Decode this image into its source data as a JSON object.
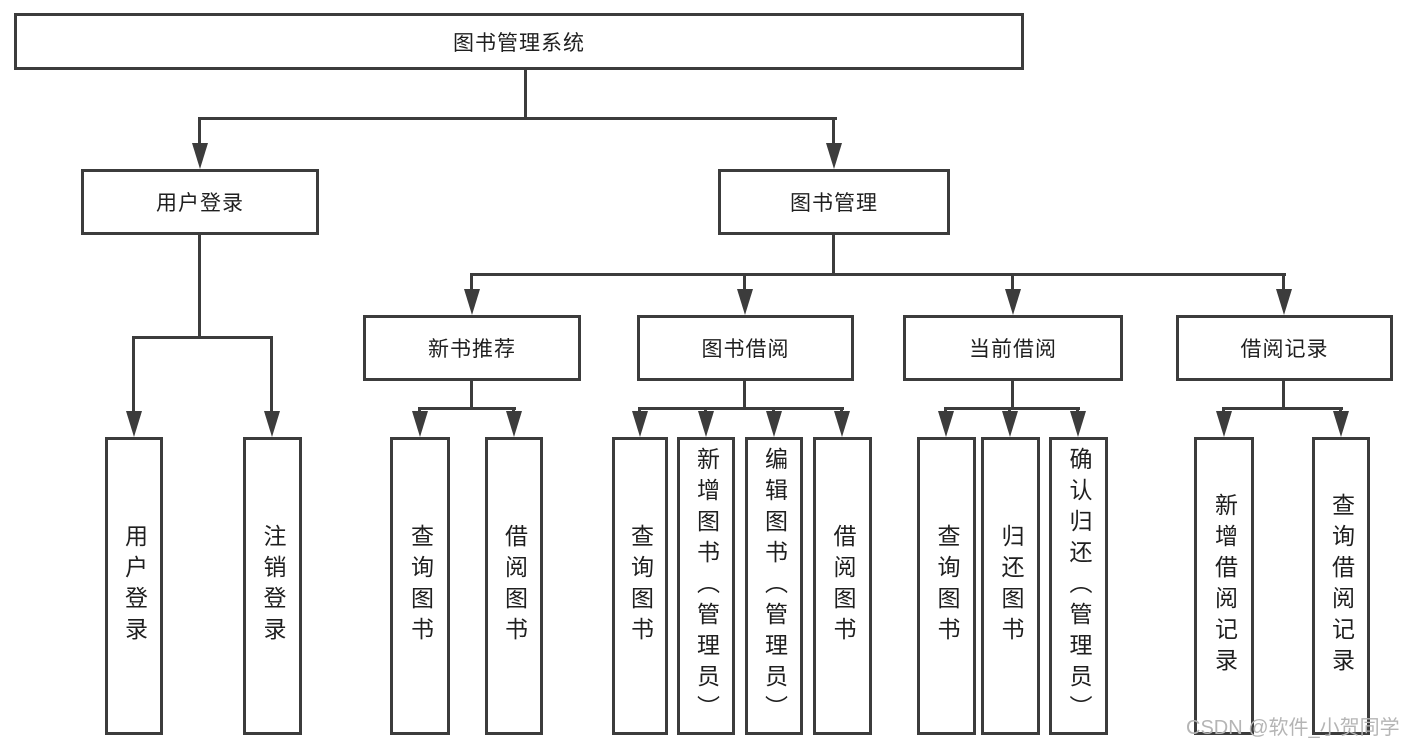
{
  "watermark": "CSDN @软件_小贺同学",
  "colors": {
    "line": "#3c3c3c",
    "text": "#1f1f1f",
    "background": "#ffffff",
    "watermark": "#b5b5b5"
  },
  "tree": {
    "root": "图书管理系统",
    "children": [
      {
        "label": "用户登录",
        "children": [
          {
            "label": "用户登录"
          },
          {
            "label": "注销登录"
          }
        ]
      },
      {
        "label": "图书管理",
        "children": [
          {
            "label": "新书推荐",
            "children": [
              {
                "label": "查询图书"
              },
              {
                "label": "借阅图书"
              }
            ]
          },
          {
            "label": "图书借阅",
            "children": [
              {
                "label": "查询图书"
              },
              {
                "label": "新增图书（管理员）"
              },
              {
                "label": "编辑图书（管理员）"
              },
              {
                "label": "借阅图书"
              }
            ]
          },
          {
            "label": "当前借阅",
            "children": [
              {
                "label": "查询图书"
              },
              {
                "label": "归还图书"
              },
              {
                "label": "确认归还（管理员）"
              }
            ]
          },
          {
            "label": "借阅记录",
            "children": [
              {
                "label": "新增借阅记录"
              },
              {
                "label": "查询借阅记录"
              }
            ]
          }
        ]
      }
    ]
  }
}
